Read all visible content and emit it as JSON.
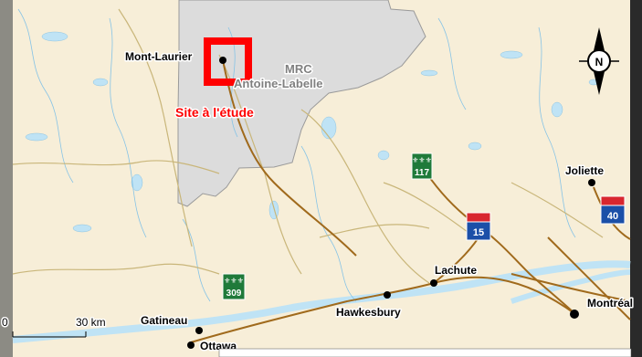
{
  "map": {
    "cities": [
      {
        "name": "Mont-Laurier"
      },
      {
        "name": "Joliette"
      },
      {
        "name": "Lachute"
      },
      {
        "name": "Hawkesbury"
      },
      {
        "name": "Gatineau"
      },
      {
        "name": "Ottawa"
      },
      {
        "name": "Montréal"
      }
    ],
    "region_label_line1": "MRC",
    "region_label_line2": "Antoine-Labelle",
    "study_site_label": "Site à l'étude",
    "route_shields": [
      {
        "number": "117",
        "type": "provincial"
      },
      {
        "number": "309",
        "type": "provincial"
      },
      {
        "number": "15",
        "type": "autoroute"
      },
      {
        "number": "40",
        "type": "autoroute"
      }
    ],
    "scale_bar": {
      "start": "0",
      "end": "30 km"
    },
    "north_arrow": {
      "label": "N"
    },
    "colors": {
      "land": "#f7eed8",
      "mrc_region": "#dcdcdc",
      "water": "#bfe3f5",
      "study_site": "#ff0000",
      "roads": "#c9b67a",
      "highways": "#a06a1c"
    }
  }
}
